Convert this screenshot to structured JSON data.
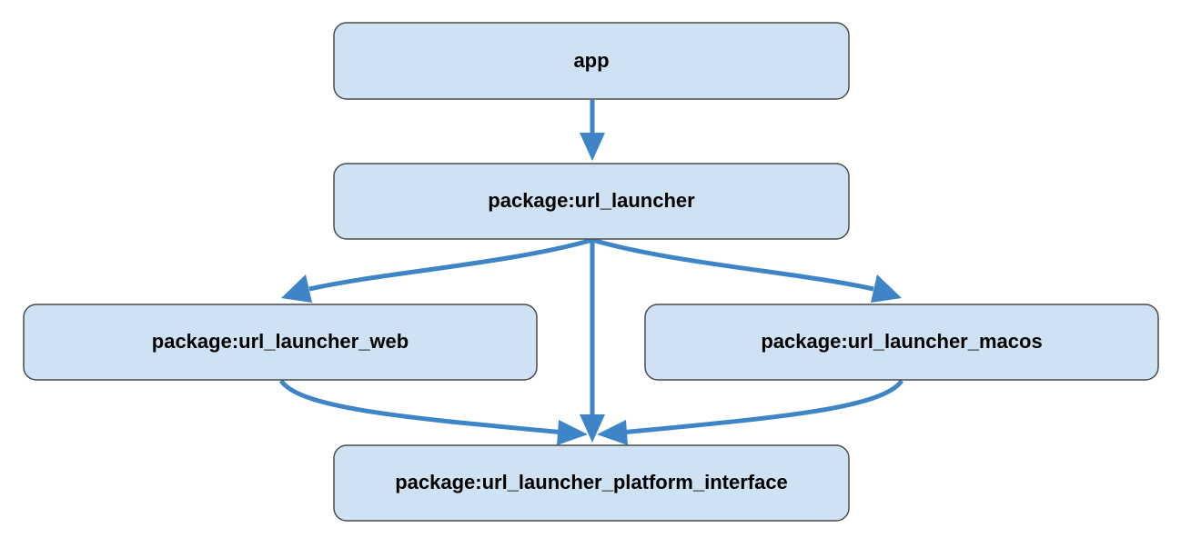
{
  "diagram": {
    "colors": {
      "node_fill": "#cfe2f3",
      "node_stroke": "#4a4a4a",
      "edge": "#3d85c6",
      "text": "#000000"
    },
    "nodes": {
      "app": {
        "label": "app"
      },
      "url_launcher": {
        "label": "package:url_launcher"
      },
      "url_launcher_web": {
        "label": "package:url_launcher_web"
      },
      "url_launcher_macos": {
        "label": "package:url_launcher_macos"
      },
      "url_launcher_platform_interface": {
        "label": "package:url_launcher_platform_interface"
      }
    },
    "edges": [
      {
        "from": "app",
        "to": "url_launcher"
      },
      {
        "from": "url_launcher",
        "to": "url_launcher_web"
      },
      {
        "from": "url_launcher",
        "to": "url_launcher_platform_interface"
      },
      {
        "from": "url_launcher",
        "to": "url_launcher_macos"
      },
      {
        "from": "url_launcher_web",
        "to": "url_launcher_platform_interface"
      },
      {
        "from": "url_launcher_macos",
        "to": "url_launcher_platform_interface"
      }
    ]
  }
}
